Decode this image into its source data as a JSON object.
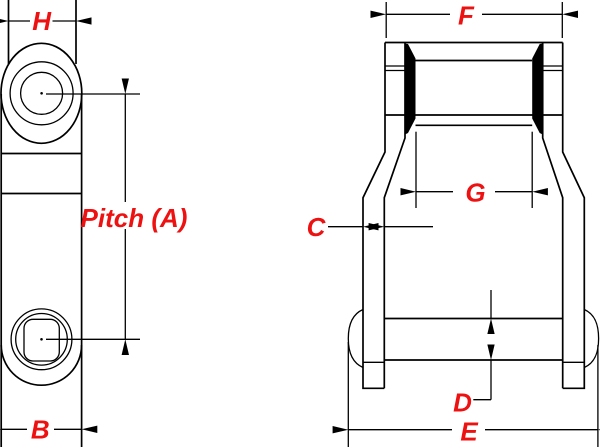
{
  "diagram": {
    "type": "technical-dimension-drawing",
    "subject": "chain offset link, side view and front view",
    "labels": {
      "h": "H",
      "pitch_a": "Pitch (A)",
      "b": "B",
      "f": "F",
      "g": "G",
      "c": "C",
      "d": "D",
      "e": "E"
    },
    "colors": {
      "dimension_label": "#ee1111",
      "line": "#000000",
      "background": "#ffffff"
    }
  }
}
